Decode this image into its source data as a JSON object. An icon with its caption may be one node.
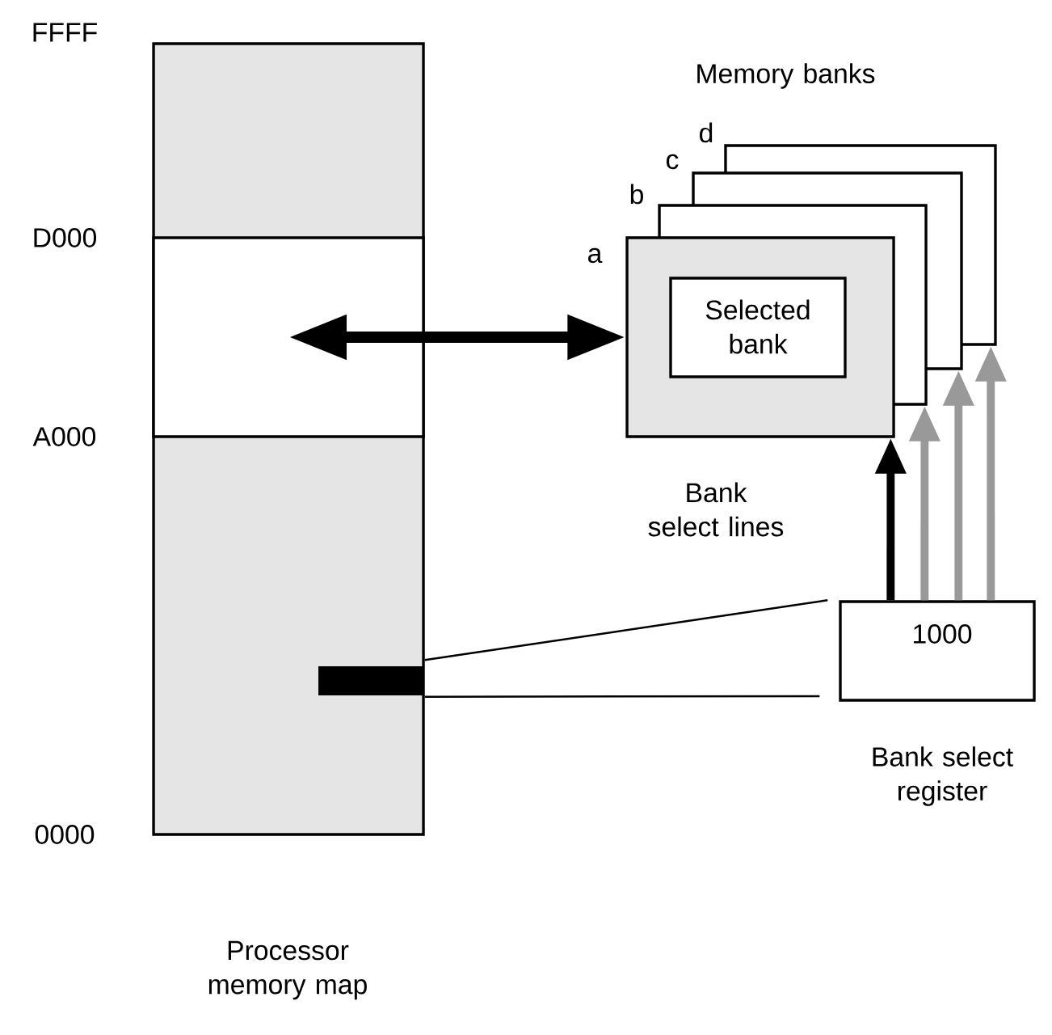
{
  "diagram": {
    "nodes": [
      {
        "text": [],
        "shape": "box",
        "beside": [
          "Processor memory map"
        ]
      },
      {
        "text": [],
        "shape": "box",
        "in": 0
      },
      {
        "text": [],
        "shape": "bar",
        "in": 0
      },
      {
        "text": [],
        "shape": "box",
        "beside": [
          "a"
        ]
      },
      {
        "text": [
          "Selected bank"
        ]
      },
      {
        "text": [],
        "shape": "box",
        "beside": [
          "b"
        ]
      },
      {
        "text": [],
        "shape": "box",
        "beside": [
          "c"
        ]
      },
      {
        "text": [],
        "shape": "box",
        "beside": [
          "d"
        ]
      },
      {
        "text": [
          "1000"
        ],
        "beside": [
          "Bank select register"
        ]
      }
    ],
    "edges": [
      {
        "from": 1,
        "to": 3,
        "arrow": "both"
      },
      {
        "from": 8,
        "to": 3,
        "arrow": "to"
      },
      {
        "from": 8,
        "to": 5,
        "arrow": "to",
        "color": "#999999"
      },
      {
        "from": 8,
        "to": 6,
        "arrow": "to",
        "color": "#999999"
      },
      {
        "from": 8,
        "to": 7,
        "arrow": "to",
        "color": "#999999"
      },
      {
        "from": 2,
        "to": 8,
        "arrow": "none"
      },
      {
        "from": 2,
        "to": 8,
        "arrow": "none"
      }
    ],
    "labels": [
      "FFFF",
      "Memory banks",
      "D000",
      "A000",
      "Bank select lines",
      "0000"
    ]
  }
}
